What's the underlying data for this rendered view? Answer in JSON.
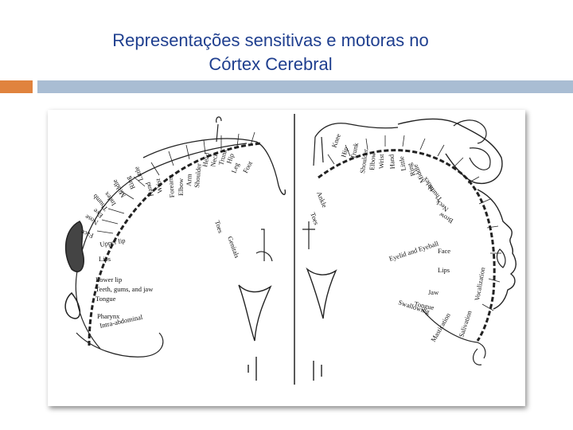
{
  "slide": {
    "title_line1": "Representações sensitivas e motoras no",
    "title_line2": "Córtex Cerebral"
  },
  "sensory": {
    "labels": [
      {
        "id": "genitals",
        "text": "Genitals"
      },
      {
        "id": "toes",
        "text": "Toes"
      },
      {
        "id": "foot",
        "text": "Foot"
      },
      {
        "id": "leg",
        "text": "Leg"
      },
      {
        "id": "hip",
        "text": "Hip"
      },
      {
        "id": "trunk",
        "text": "Trunk"
      },
      {
        "id": "neck",
        "text": "Neck"
      },
      {
        "id": "head",
        "text": "Head"
      },
      {
        "id": "shoulder",
        "text": "Shoulder"
      },
      {
        "id": "arm",
        "text": "Arm"
      },
      {
        "id": "elbow",
        "text": "Elbow"
      },
      {
        "id": "forearm",
        "text": "Forearm"
      },
      {
        "id": "wrist",
        "text": "Wrist"
      },
      {
        "id": "hand",
        "text": "Hand"
      },
      {
        "id": "little",
        "text": "Little"
      },
      {
        "id": "ring",
        "text": "Ring"
      },
      {
        "id": "middle",
        "text": "Middle"
      },
      {
        "id": "index",
        "text": "Index"
      },
      {
        "id": "thumb",
        "text": "Thumb"
      },
      {
        "id": "eye",
        "text": "Eye"
      },
      {
        "id": "nose",
        "text": "Nose"
      },
      {
        "id": "face",
        "text": "Face"
      },
      {
        "id": "upper-lip",
        "text": "Upper lip"
      },
      {
        "id": "lips",
        "text": "Lips"
      },
      {
        "id": "lower-lip",
        "text": "Lower lip"
      },
      {
        "id": "teeth",
        "text": "Teeth, gums, and jaw"
      },
      {
        "id": "tongue",
        "text": "Tongue"
      },
      {
        "id": "pharynx",
        "text": "Pharynx"
      },
      {
        "id": "intraabdominal",
        "text": "Intra-abdominal"
      }
    ]
  },
  "motor": {
    "labels": [
      {
        "id": "toes",
        "text": "Toes"
      },
      {
        "id": "ankle",
        "text": "Ankle"
      },
      {
        "id": "knee",
        "text": "Knee"
      },
      {
        "id": "hip",
        "text": "Hip"
      },
      {
        "id": "trunk",
        "text": "Trunk"
      },
      {
        "id": "shoulder",
        "text": "Shoulder"
      },
      {
        "id": "elbow",
        "text": "Elbow"
      },
      {
        "id": "wrist",
        "text": "Wrist"
      },
      {
        "id": "hand",
        "text": "Hand"
      },
      {
        "id": "little",
        "text": "Little"
      },
      {
        "id": "ring",
        "text": "Ring"
      },
      {
        "id": "middle",
        "text": "Middle"
      },
      {
        "id": "index",
        "text": "Index"
      },
      {
        "id": "thumb",
        "text": "Thumb"
      },
      {
        "id": "neck",
        "text": "Neck"
      },
      {
        "id": "brow",
        "text": "Brow"
      },
      {
        "id": "eyelid",
        "text": "Eyelid and Eyeball"
      },
      {
        "id": "face",
        "text": "Face"
      },
      {
        "id": "lips",
        "text": "Lips"
      },
      {
        "id": "vocalization",
        "text": "Vocalization"
      },
      {
        "id": "salivation",
        "text": "Salivation"
      },
      {
        "id": "mastication",
        "text": "Mastication"
      },
      {
        "id": "jaw",
        "text": "Jaw"
      },
      {
        "id": "tongue",
        "text": "Tongue"
      },
      {
        "id": "swallowing",
        "text": "Swallowing"
      }
    ]
  }
}
